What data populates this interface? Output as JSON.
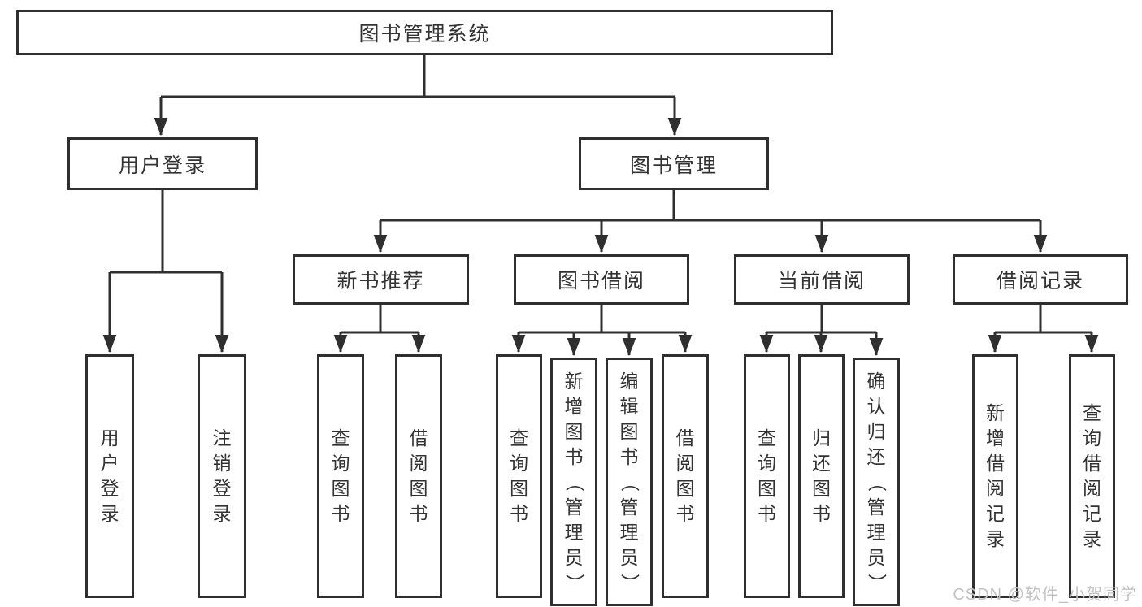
{
  "tree": {
    "root": {
      "label": "图书管理系统",
      "children": [
        {
          "label": "用户登录",
          "children": [
            {
              "label": "用户登录"
            },
            {
              "label": "注销登录"
            }
          ]
        },
        {
          "label": "图书管理",
          "children": [
            {
              "label": "新书推荐",
              "children": [
                {
                  "label": "查询图书"
                },
                {
                  "label": "借阅图书"
                }
              ]
            },
            {
              "label": "图书借阅",
              "children": [
                {
                  "label": "查询图书"
                },
                {
                  "label": "新增图书（管理员）"
                },
                {
                  "label": "编辑图书（管理员）"
                },
                {
                  "label": "借阅图书"
                }
              ]
            },
            {
              "label": "当前借阅",
              "children": [
                {
                  "label": "查询图书"
                },
                {
                  "label": "归还图书"
                },
                {
                  "label": "确认归还（管理员）"
                }
              ]
            },
            {
              "label": "借阅记录",
              "children": [
                {
                  "label": "新增借阅记录"
                },
                {
                  "label": "查询借阅记录"
                }
              ]
            }
          ]
        }
      ]
    }
  },
  "watermark": {
    "text": "CSDN @软件_小贺同学"
  },
  "colors": {
    "line": "#2f2f2f",
    "box_border": "#2f2f2f",
    "text": "#333333",
    "watermark_text": "#c2c2c2",
    "background": "#ffffff"
  }
}
